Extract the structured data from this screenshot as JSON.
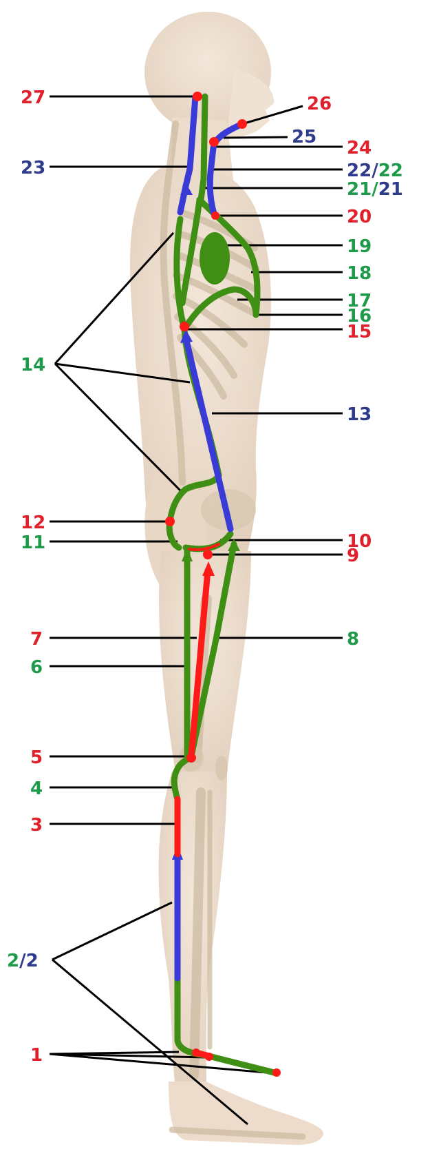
{
  "colors": {
    "red": "#e0202a",
    "green": "#1e9a4a",
    "blue": "#2e3a8c",
    "path_green": "#3f8f14",
    "path_blue": "#3a3ad6",
    "path_red": "#ff1a1a",
    "leader": "#000000",
    "skin": "#ecdccb",
    "bone": "#d9cbb5"
  },
  "labels": {
    "l1": "1",
    "l2a": "2",
    "l2s": "/",
    "l2b": "2",
    "l3": "3",
    "l4": "4",
    "l5": "5",
    "l6": "6",
    "l7": "7",
    "l8": "8",
    "l9": "9",
    "l10": "10",
    "l11": "11",
    "l12": "12",
    "l13": "13",
    "l14": "14",
    "l15": "15",
    "l16": "16",
    "l17": "17",
    "l18": "18",
    "l19": "19",
    "l20": "20",
    "l21a": "21",
    "l21s": "/",
    "l21b": "21",
    "l22a": "22",
    "l22s": "/",
    "l22b": "22",
    "l23": "23",
    "l24": "24",
    "l25": "25",
    "l26": "26",
    "l27": "27"
  }
}
